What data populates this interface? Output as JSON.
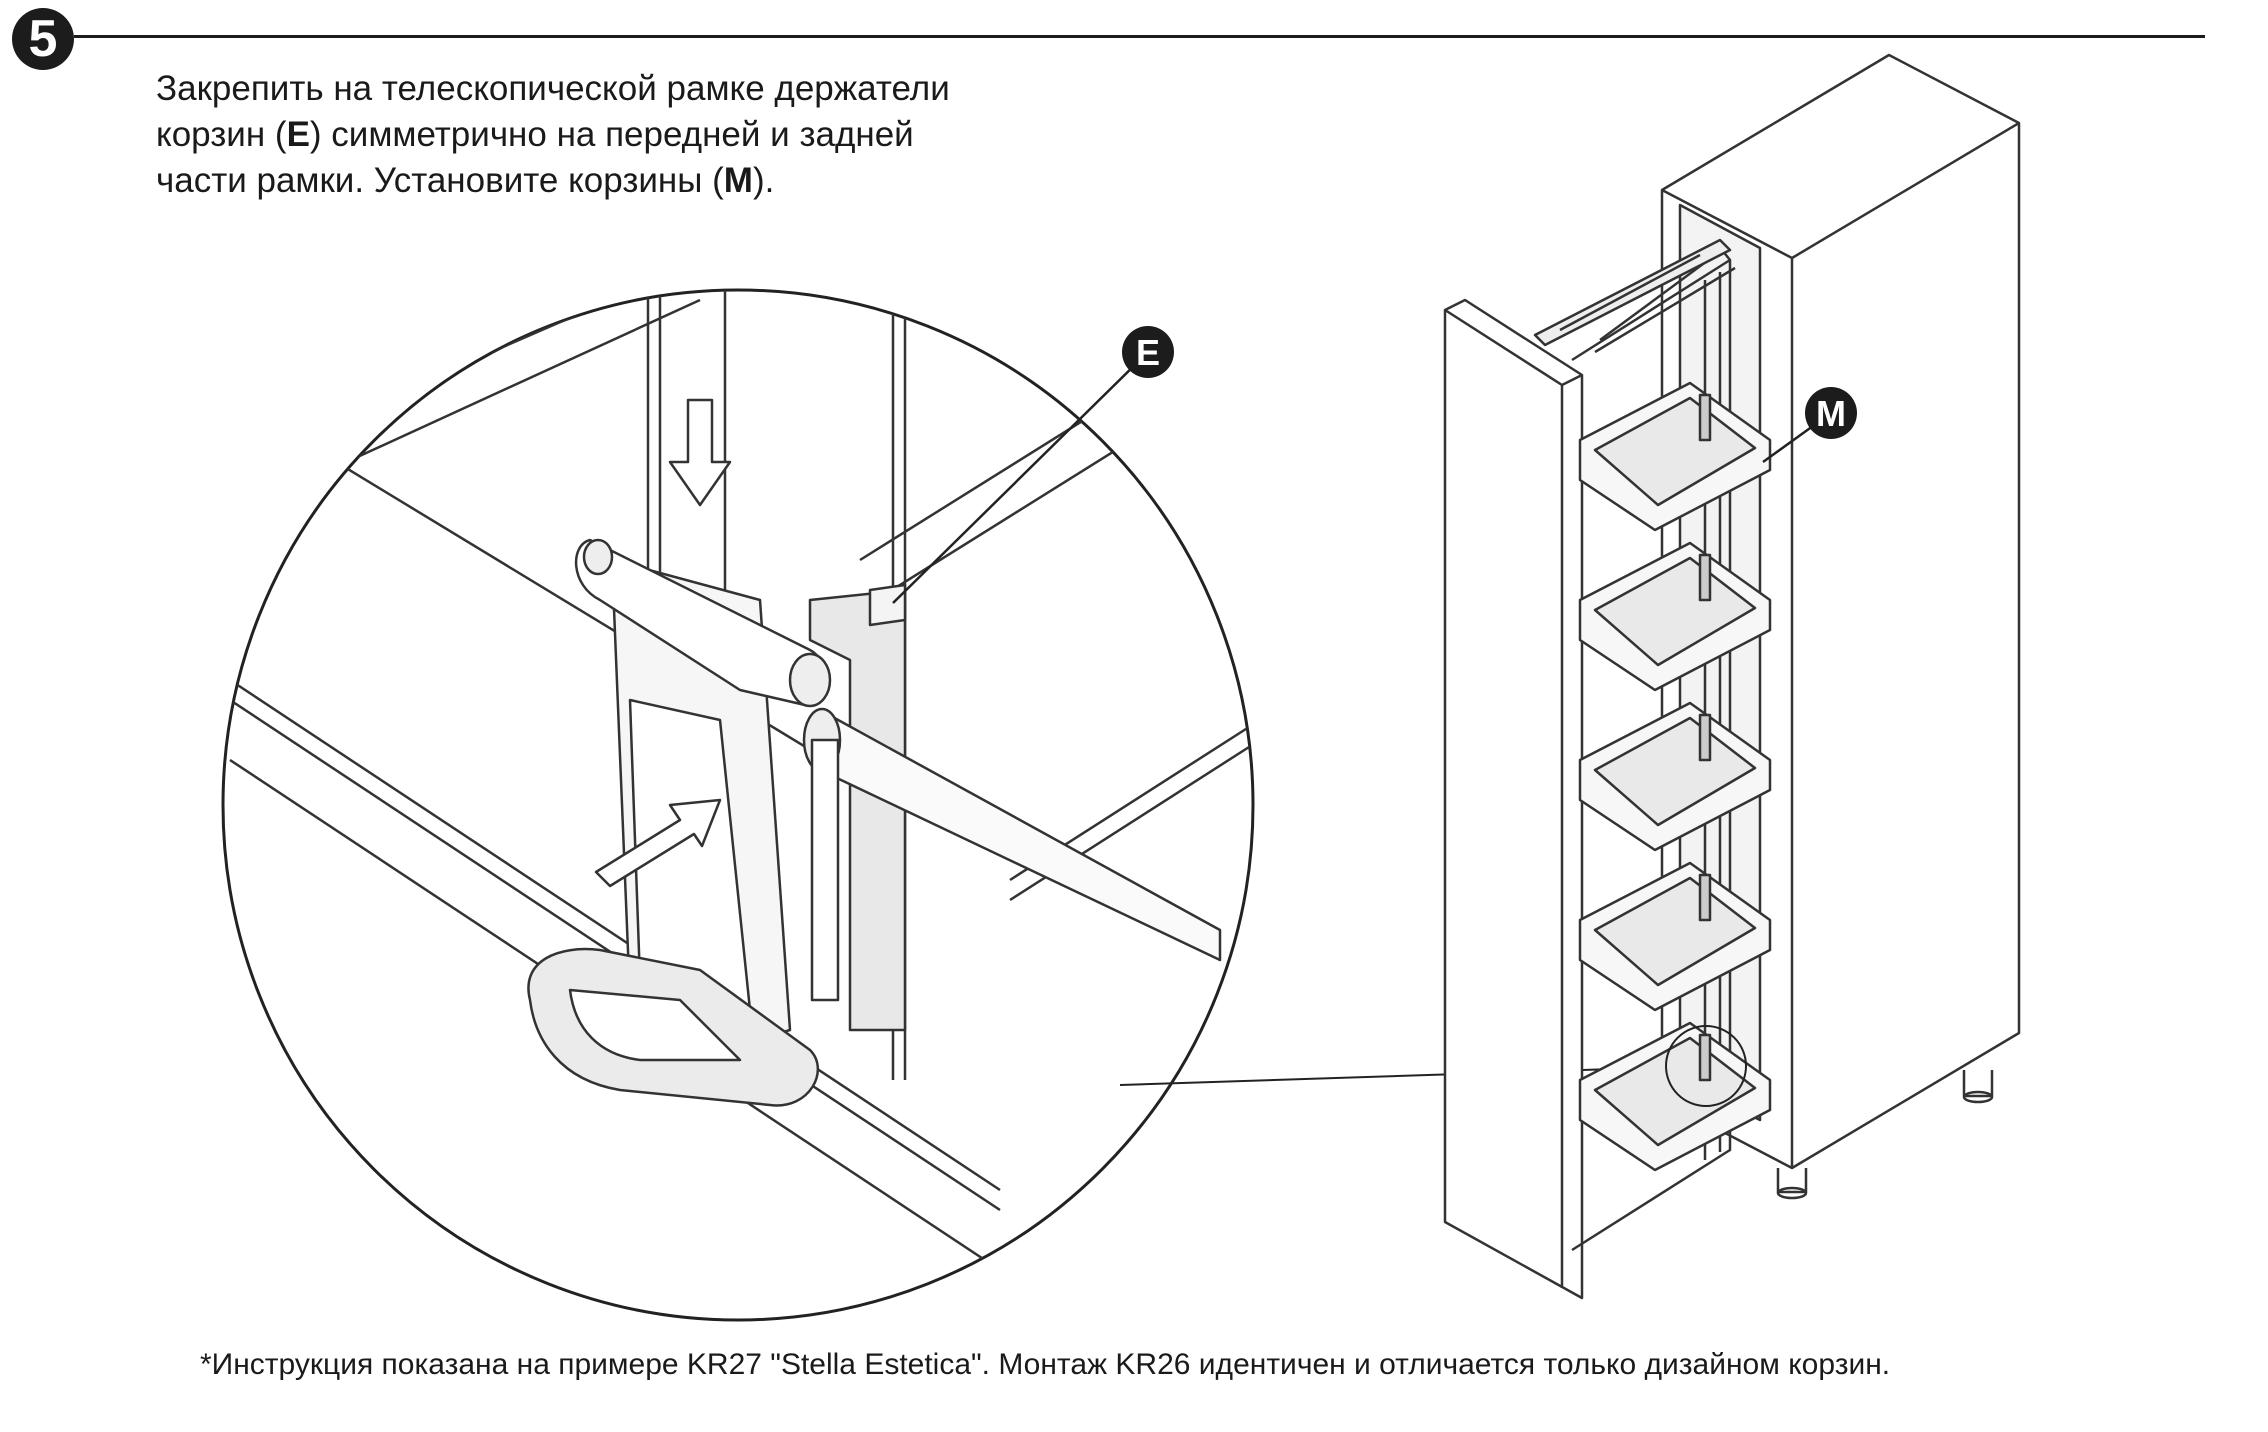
{
  "step": {
    "number": "5"
  },
  "instruction": {
    "line1": "Закрепить на телескопической рамке держатели",
    "line2_pre": "корзин (",
    "line2_bold": "E",
    "line2_post": ") симметрично на передней и задней",
    "line3_pre": "части рамки. Установите корзины (",
    "line3_bold": "M",
    "line3_post": ")."
  },
  "callouts": {
    "holder": "E",
    "basket": "M"
  },
  "footnote": "*Инструкция показана на примере KR27 \"Stella Estetica\". Монтаж KR26 идентичен и отличается только дизайном корзин.",
  "colors": {
    "ink": "#1c1c1c",
    "line": "#333333",
    "background": "#ffffff",
    "shade": "#e6e6e6"
  }
}
